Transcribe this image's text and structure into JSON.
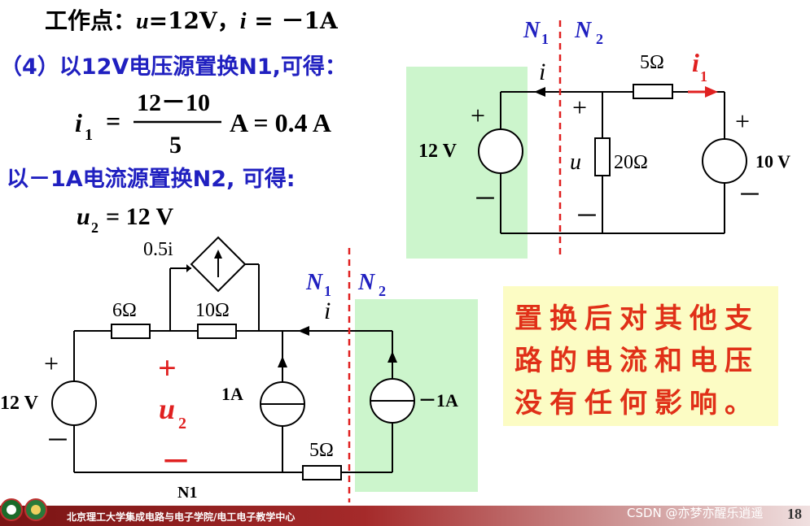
{
  "text": {
    "operating_point": {
      "label": "工作点：",
      "u_var": "u",
      "u_val": "=12V，",
      "i_var": "i",
      "i_val": " = －1A"
    },
    "step4": "（4）以12V电压源置换N1,可得：",
    "step4b": "以－1A电流源置换N2, 可得:",
    "formula": {
      "lhs_var": "i",
      "lhs_sub": "1",
      "eq": "=",
      "num": "12－10",
      "den": "5",
      "rhs": "A = 0.4 A"
    },
    "u2_eq": {
      "var": "u",
      "sub": "2",
      "rhs": "= 12 V"
    }
  },
  "circuit_top": {
    "N1": "N",
    "N1_sub": "1",
    "N2": "N",
    "N2_sub": "2",
    "source_left": "12 V",
    "source_right": "10 V",
    "r_series": "5Ω",
    "r_shunt": "20Ω",
    "current_i": "i",
    "current_i1": "i",
    "current_i1_sub": "1",
    "u_label": "u",
    "plus": "+",
    "minus": "－"
  },
  "circuit_bottom": {
    "dep_source": "0.5i",
    "r1": "6Ω",
    "r2": "10Ω",
    "r3": "5Ω",
    "source_v": "12 V",
    "source_i1": "1A",
    "source_i2": "－1A",
    "current_i": "i",
    "u2": "u",
    "u2_sub": "2",
    "N1": "N",
    "N1_sub": "1",
    "N2": "N",
    "N2_sub": "2",
    "block_label": "N1",
    "plus": "+",
    "minus": "－"
  },
  "note": [
    "置换后对其他支",
    "路的电流和电压",
    "没有任何影响。"
  ],
  "footer": {
    "text": "北京理工大学集成电路与电子学院/电工电子教学中心",
    "watermark": "CSDN @亦梦亦醒乐逍遥",
    "page": "18"
  },
  "colors": {
    "blue_text": "#2020c0",
    "red": "#e02020",
    "green_fill": "#ccf5cc",
    "note_bg": "#fcfcc4",
    "note_text": "#e03018"
  }
}
